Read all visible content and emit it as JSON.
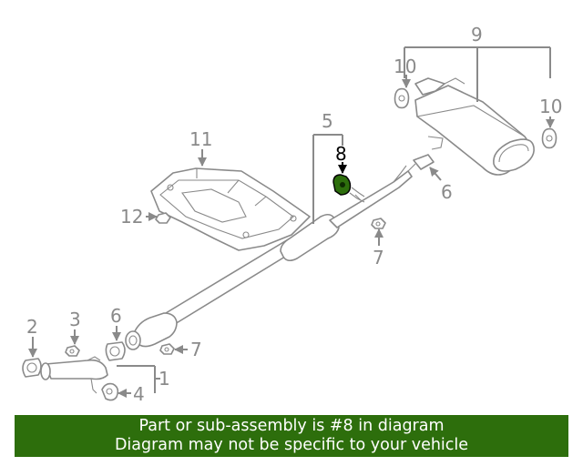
{
  "callouts": {
    "c1": "1",
    "c2": "2",
    "c3": "3",
    "c4": "4",
    "c5": "5",
    "c6a": "6",
    "c6b": "6",
    "c7a": "7",
    "c7b": "7",
    "c8": "8",
    "c9": "9",
    "c10a": "10",
    "c10b": "10",
    "c11": "11",
    "c12": "12"
  },
  "highlight_color": "#2d6e0c",
  "banner": {
    "line1": "Part or sub-assembly is #8 in diagram",
    "line2": "Diagram may not be specific to your vehicle"
  }
}
